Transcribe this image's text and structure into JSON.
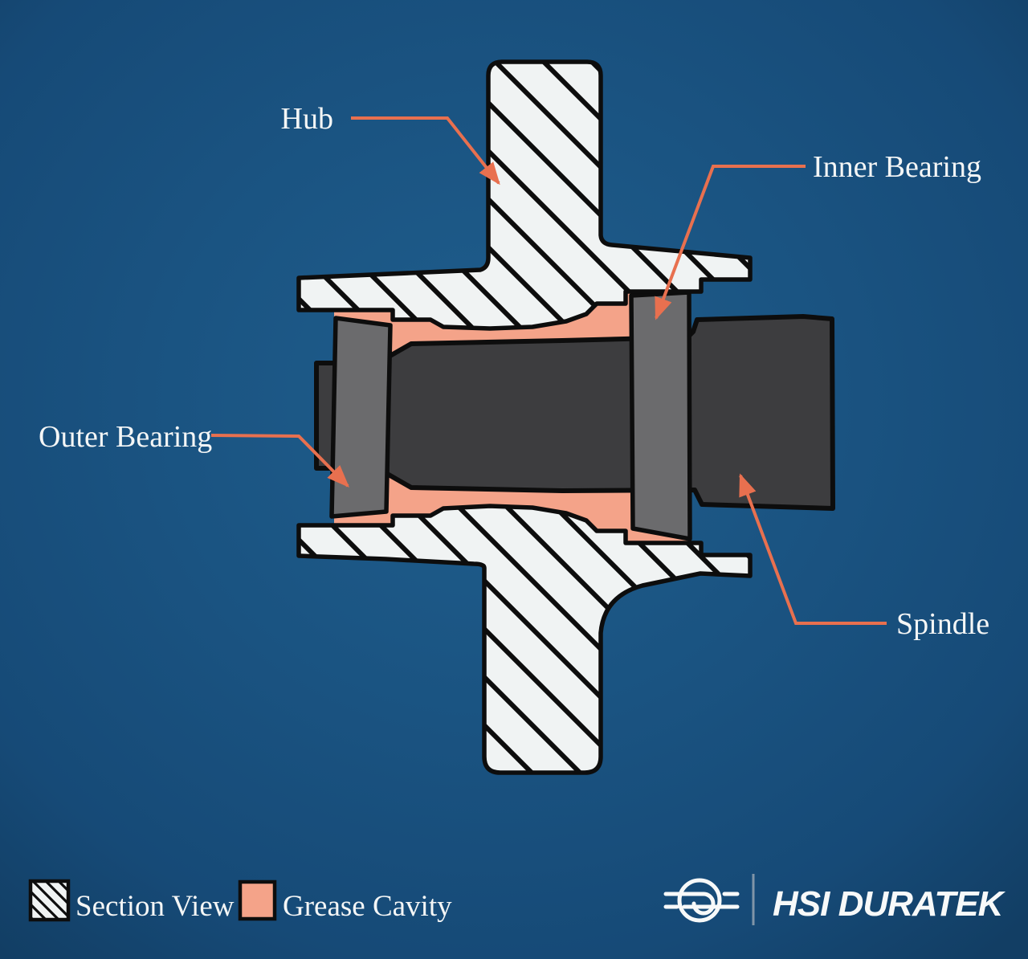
{
  "diagram": {
    "labels": {
      "hub": "Hub",
      "inner_bearing": "Inner Bearing",
      "outer_bearing": "Outer Bearing",
      "spindle": "Spindle"
    }
  },
  "legend": {
    "section_view": "Section View",
    "grease_cavity": "Grease Cavity"
  },
  "brand": {
    "name": "HSI DURATEK"
  },
  "colors": {
    "background_center": "#1f5e8d",
    "background_mid": "#1a5381",
    "background_edge": "#164a77",
    "background_corner": "#123e64",
    "hub_fill": "#f0f3f3",
    "outline": "#0d0d0d",
    "grease": "#f4a389",
    "bearing": "#6b6b6d",
    "spindle": "#3d3d3f",
    "leader": "#e8704f",
    "label_text": "#f4f6f6",
    "logo": "#f7f9f9",
    "divider": "#8095a8"
  }
}
